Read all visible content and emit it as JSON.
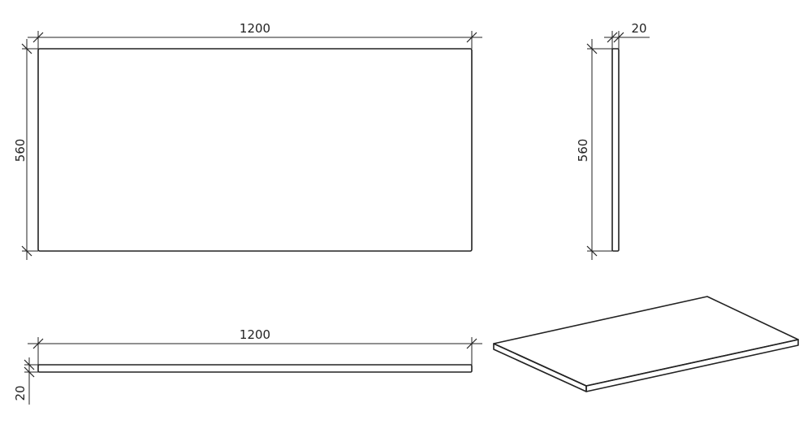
{
  "front_view": {
    "width_label": "1200",
    "height_label": "560"
  },
  "side_view": {
    "thickness_label": "20",
    "height_label": "560"
  },
  "top_view": {
    "width_label": "1200",
    "thickness_label": "20"
  },
  "colors": {
    "line": "#222222",
    "background": "#ffffff"
  }
}
